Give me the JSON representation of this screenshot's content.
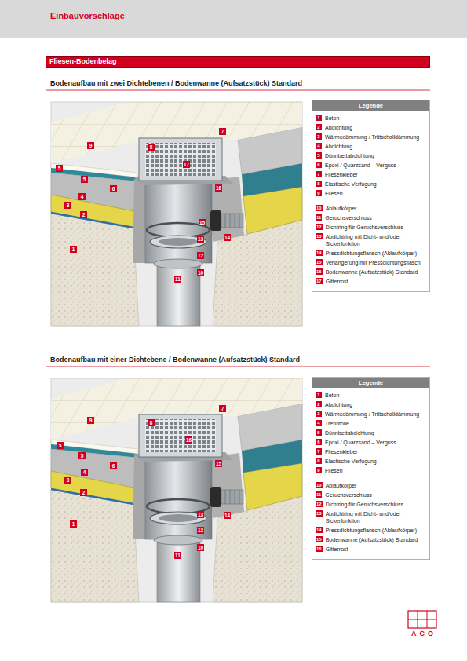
{
  "diagram": {
    "title": "Einbauvorschlage",
    "nodes": [
      {
        "text": [
          "Fliesen-Bodenbelag"
        ]
      },
      {
        "text": [
          "Legende"
        ]
      },
      {
        "text": [
          "Legende"
        ]
      }
    ],
    "labels": [
      "Bodenaufbau mit zwei Dichtebenen / Bodenwanne (Aufsatzstück) Standard",
      "Bodenaufbau mit einer Dichtebene / Bodenwanne (Aufsatzstück) Standard",
      "ACO",
      "9",
      "8",
      "7",
      "17",
      "16",
      "5",
      "5",
      "6",
      "4",
      "3",
      "2",
      "15",
      "14",
      "1",
      "13",
      "12",
      "10",
      "11",
      "9",
      "8",
      "7",
      "16",
      "15",
      "5",
      "5",
      "6",
      "4",
      "3",
      "2",
      "1",
      "13",
      "14",
      "12",
      "10",
      "11",
      "1",
      "2",
      "3",
      "4",
      "5",
      "6",
      "7",
      "8",
      "9",
      "10",
      "11",
      "12",
      "13",
      "14",
      "15",
      "16",
      "17",
      "1",
      "2",
      "3",
      "4",
      "5",
      "6",
      "7",
      "8",
      "9",
      "10",
      "11",
      "12",
      "13",
      "14",
      "15",
      "16"
    ],
    "legend": [
      {
        "text": "Beton"
      },
      {
        "text": "Abdichtung"
      },
      {
        "text": "Wärmedämmung / Trittschalldämmung"
      },
      {
        "text": "Abdichtung"
      },
      {
        "text": "Dünnbettabdichtung"
      },
      {
        "text": "Epoxi / Quarzsand – Verguss"
      },
      {
        "text": "Fliesenkleber"
      },
      {
        "text": "Elastische Verfugung"
      },
      {
        "text": "Fliesen"
      },
      {
        "text": "Ablaufkörper"
      },
      {
        "text": "Geruchsverschluss"
      },
      {
        "text": "Dichtring für Geruchsverschluss"
      },
      {
        "text": "Abdichtring mit Dicht- und/oder Sickerfunktion"
      },
      {
        "text": "Pressdichtungsflansch (Ablaufkörper)"
      },
      {
        "text": "Verlängerung mit Pressdichtungsflasch"
      },
      {
        "text": "Bodenwanne (Aufsatzstück) Standard"
      },
      {
        "text": "Gitterrost"
      },
      {
        "text": "Beton"
      },
      {
        "text": "Abdichtung"
      },
      {
        "text": "Wärmedämmung / Trittschalldämmung"
      },
      {
        "text": "Trennfolie"
      },
      {
        "text": "Dünnbettabdichtung"
      },
      {
        "text": "Epoxi / Quarzsand – Verguss"
      },
      {
        "text": "Fliesenkleber"
      },
      {
        "text": "Elastische Verfugung"
      },
      {
        "text": "Fliesen"
      },
      {
        "text": "Ablaufkörper"
      },
      {
        "text": "Geruchsverschluss"
      },
      {
        "text": "Dichtring für Geruchsverschluss"
      },
      {
        "text": "Abdichtring mit Dicht- und/oder Sickerfunktion"
      },
      {
        "text": "Pressdichtungsflansch (Ablaufkörper)"
      },
      {
        "text": "Bodenwanne (Aufsatzstück) Standard"
      },
      {
        "text": "Gitterrost"
      }
    ]
  }
}
